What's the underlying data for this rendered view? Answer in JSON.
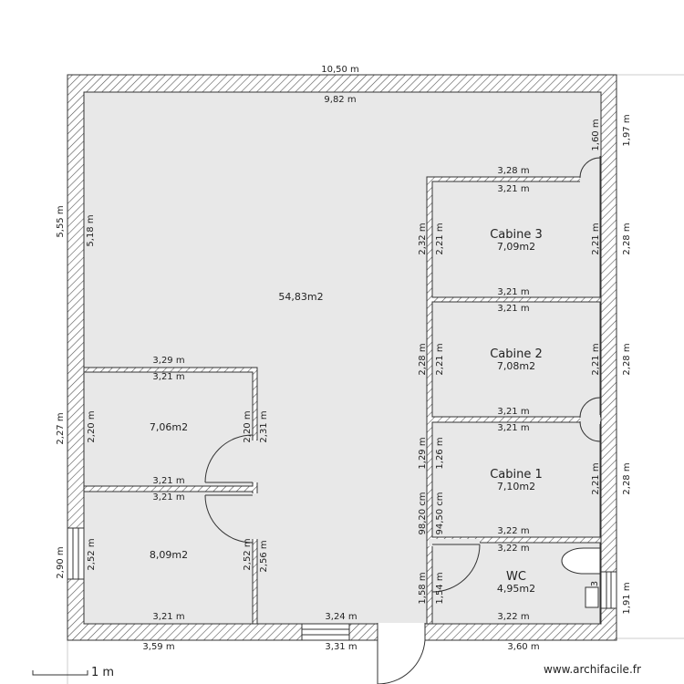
{
  "rooms": {
    "main": {
      "area": "54,83m2"
    },
    "cabine3": {
      "name": "Cabine 3",
      "area": "7,09m2"
    },
    "cabine2": {
      "name": "Cabine 2",
      "area": "7,08m2"
    },
    "cabine1": {
      "name": "Cabine 1",
      "area": "7,10m2"
    },
    "wc": {
      "name": "WC",
      "area": "4,95m2"
    },
    "left_upper": {
      "area": "7,06m2"
    },
    "left_lower": {
      "area": "8,09m2"
    }
  },
  "dimensions": {
    "top_outer": "10,50 m",
    "top_inner": "9,82 m",
    "left_outer_upper": "5,55 m",
    "left_inner_upper": "5,18 m",
    "left_outer_mid": "2,27 m",
    "left_outer_lower": "2,90 m",
    "right_outer_top": "1,97 m",
    "right_inner_top": "1,60 m",
    "cab3_top_outer": "3,28 m",
    "cab3_top_inner": "3,21 m",
    "cab3_left_outer": "2,32 m",
    "cab3_left_inner": "2,21 m",
    "cab3_right_inner": "2,21 m",
    "cab3_right_outer": "2,28 m",
    "cab3_bottom": "3,21 m",
    "cab2_top": "3,21 m",
    "cab2_left_outer": "2,28 m",
    "cab2_left_inner": "2,21 m",
    "cab2_right_inner": "2,21 m",
    "cab2_right_outer": "2,28 m",
    "cab2_bottom": "3,21 m",
    "cab1_top": "3,21 m",
    "cab1_left_outer": "1,29 m",
    "cab1_left_inner": "1,26 m",
    "cab1_left_outer_2": "98,20 cm",
    "cab1_left_inner_2": "94,50 cm",
    "cab1_right_inner": "2,21 m",
    "cab1_right_outer": "2,28 m",
    "cab1_bottom": "3,22 m",
    "wc_top": "3,22 m",
    "wc_left_outer": "1,58 m",
    "wc_left_inner": "1,54 m",
    "wc_right_inner": "3",
    "wc_right_outer": "1,91 m",
    "wc_bottom": "3,22 m",
    "lu_top_outer": "3,29 m",
    "lu_top_inner": "3,21 m",
    "lu_left": "2,20 m",
    "lu_right_inner": "2,20 m",
    "lu_right_outer": "2,31 m",
    "lu_bottom": "3,21 m",
    "ll_top": "3,21 m",
    "ll_left": "2,52 m",
    "ll_right_inner": "2,52 m",
    "ll_right_outer": "2,56 m",
    "ll_bottom": "3,21 m",
    "bottom_inner_mid": "3,24 m",
    "bottom_outer_left": "3,59 m",
    "bottom_outer_mid": "3,31 m",
    "bottom_outer_right": "3,60 m"
  },
  "scale_label": "1 m",
  "credit": "www.archifacile.fr",
  "colors": {
    "floor": "#e8e8e8",
    "wall": "#ffffff",
    "hatch": "#555555",
    "line": "#333333"
  }
}
